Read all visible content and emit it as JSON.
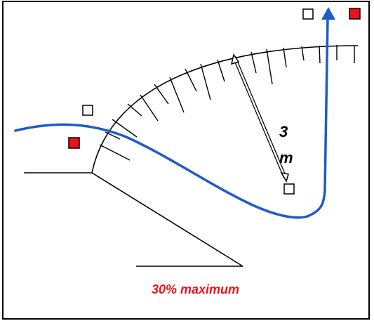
{
  "labels": {
    "dimension_value": "3",
    "dimension_unit": "m",
    "slope_note": "30% maximum"
  },
  "markers": [
    {
      "name": "marker-top-open",
      "filled": false
    },
    {
      "name": "marker-top-red",
      "filled": true
    },
    {
      "name": "marker-left-open",
      "filled": false
    },
    {
      "name": "marker-left-red",
      "filled": true
    },
    {
      "name": "marker-center-open",
      "filled": false
    }
  ],
  "colors": {
    "frame": "#000000",
    "path_line": "#1f5bc8",
    "accent_red": "#e8131b",
    "caption": "#e8131b",
    "background": "#ffffff"
  },
  "icons": [
    "arrow-up-icon"
  ]
}
